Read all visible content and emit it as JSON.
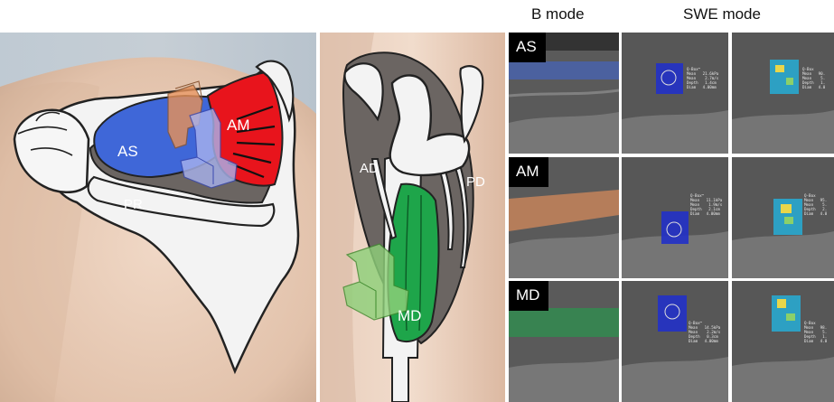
{
  "headers": {
    "b_mode": "B mode",
    "swe_mode": "SWE mode"
  },
  "shoulder_posterior": {
    "labels": {
      "as": "AS",
      "am": "AM",
      "pr": "PR"
    }
  },
  "shoulder_lateral": {
    "labels": {
      "ad": "AD",
      "pd": "PD",
      "md": "MD"
    }
  },
  "rows": [
    {
      "tag": "AS",
      "qbox_a": [
        "Q-Box™",
        "Mean   21.6kPa",
        "Mean    2.7m/s",
        "Depth   1.4cm",
        "Diam   4.00mm"
      ],
      "qbox_b": [
        "Q-Box",
        "Mean   90.",
        "Mean    5.",
        "Depth   1.",
        "Diam   4.0"
      ]
    },
    {
      "tag": "AM",
      "qbox_a": [
        "Q-Box™",
        "Mean   11.1kPa",
        "Mean    1.9m/s",
        "Depth   2.1cm",
        "Diam   4.00mm"
      ],
      "qbox_b": [
        "Q-Box",
        "Mean   95.",
        "Mean    5.",
        "Depth   2.",
        "Diam   4.0"
      ]
    },
    {
      "tag": "MD",
      "qbox_a": [
        "Q-Box™",
        "Mean   14.5kPa",
        "Mean    2.2m/s",
        "Depth   0.3cm",
        "Diam   4.00mm"
      ],
      "qbox_b": [
        "Q-Box",
        "Mean   98.",
        "Mean    5.",
        "Depth   1.",
        "Diam   4.0"
      ]
    }
  ],
  "colors": {
    "as_blue": "#3f67d8",
    "am_red": "#e8141c",
    "md_green": "#1ea54a",
    "muscle_gray": "#6b6562",
    "skin": "#e8cdb8",
    "bone": "#f2f2f2",
    "probe_orange": "#e6915a",
    "probe_green": "#8fd07a",
    "probe_blue": "#a9b3ee"
  }
}
